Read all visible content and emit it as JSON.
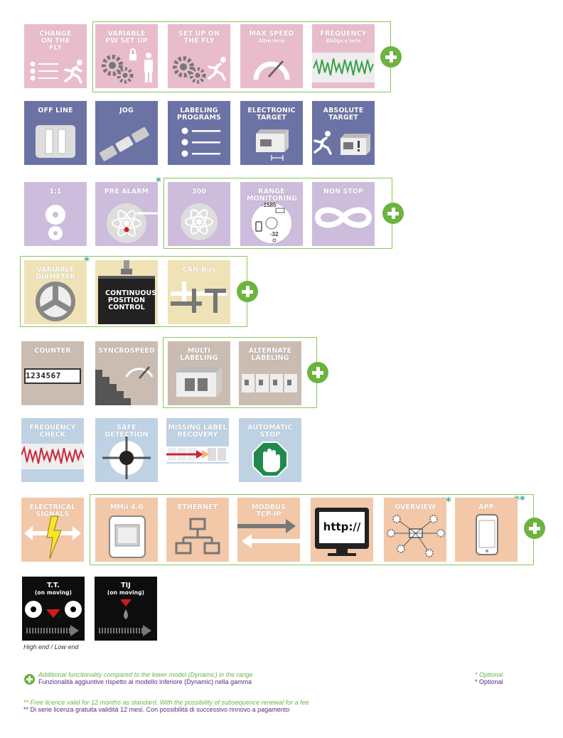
{
  "row1": {
    "change_on_the_fly": "CHANGE ON THE FLY",
    "variable_pw_set_up": "VARIABLE PW SET UP",
    "set_up_on_the_fly": "SET UP ON THE FLY",
    "max_speed": "MAX SPEED",
    "max_speed_sub": "40m/min",
    "frequency": "FREQUENCY",
    "frequency_sub": "860pcs/min"
  },
  "row2": {
    "off_line": "OFF LINE",
    "jog": "JOG",
    "labeling_programs": "LABELING PROGRAMS",
    "electronic_target": "ELECTRONIC TARGET",
    "absolute_target": "ABSOLUTE TARGET"
  },
  "row3": {
    "ratio": "1:1",
    "pre_alarm": "PRE ALARM",
    "three_hundred": "300",
    "range_monitoring": "RANGE MONITORING",
    "range_top": "-1585",
    "range_bottom": "-32",
    "non_stop": "NON STOP"
  },
  "row4": {
    "variable_diameter": "VARIABLE DIAMETER",
    "continuous_position_control": "CONTINUOUS POSITION CONTROL",
    "can_bus": "CAN-Bus"
  },
  "row5": {
    "counter": "COUNTER",
    "counter_digits": "1234567",
    "syncrospeed": "SYNCROSPEED",
    "multi_labeling": "MULTI LABELING",
    "alternate_labeling": "ALTERNATE LABELING"
  },
  "row6": {
    "frequency_check": "FREQUENCY CHECK",
    "safe_detection": "SAFE DETECTION",
    "missing_label_recovery": "MISSING LABEL RECOVERY",
    "automatic_stop": "AUTOMATIC STOP"
  },
  "row7": {
    "electrical_signals": "ELECTRICAL SIGNALS",
    "mmii": "MMii 4.0",
    "ethernet": "ETHERNET",
    "modbus": "MODBUS TCP-IP",
    "http": "http://",
    "overview": "OVERVIEW",
    "app": "APP"
  },
  "row8": {
    "tt": "T.T.",
    "tt_sub": "(on moving)",
    "tij": "TIJ",
    "tij_sub": "(on moving)",
    "caption": "High end / Low end"
  },
  "marks": {
    "single": "*",
    "double": "**"
  },
  "legend": {
    "additional_en": "Additional functionality compared to the lower model (Dynamic) in the range",
    "additional_it": "Funzionalità aggiuntive rispetto al modello inferiore (Dynamic) nella gamma",
    "optional_en": "* Optional",
    "optional_it": "* Optional",
    "licence_en": "** Free licence valid for 12 months as standard. With the possibility of subsequence renewal for a fee",
    "licence_it": "** Di serie licenza gratuita validità 12 mesi. Con possibilità di successivo rinnovo a pagamento"
  },
  "colors": {
    "pink": "#e9bccb",
    "navy": "#6b73a5",
    "lavender": "#cdbcdc",
    "cream": "#efe2b6",
    "taupe": "#cbbcb2",
    "sky": "#bed2e4",
    "peach": "#f2c8a8",
    "black": "#0d0d0d",
    "green": "#6cb33f",
    "teal": "#3aaa8c",
    "purple": "#5b2c7f"
  }
}
